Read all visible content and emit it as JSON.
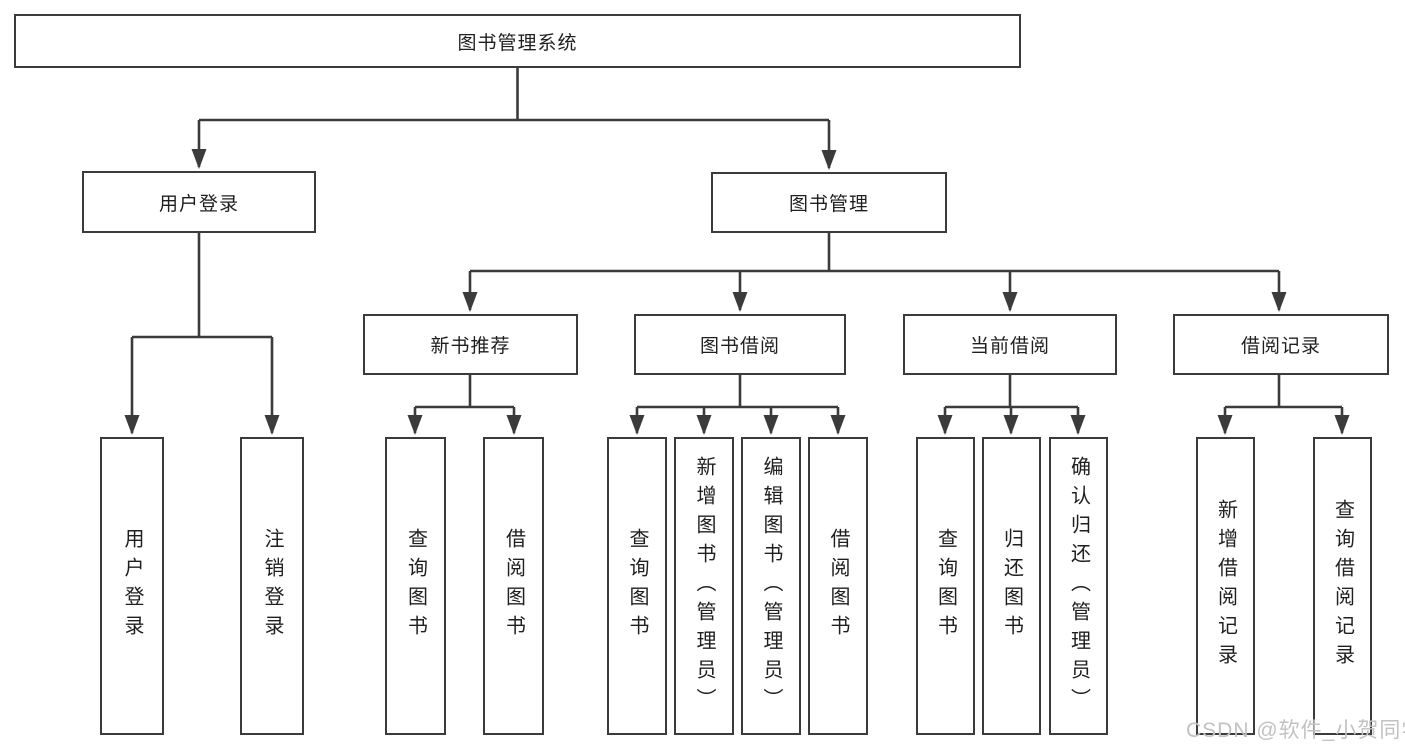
{
  "diagram": {
    "nodes": {
      "root": "图书管理系统",
      "user_login": "用户登录",
      "book_mgmt": "图书管理",
      "new_book_rec": "新书推荐",
      "book_borrow": "图书借阅",
      "current_borrow": "当前借阅",
      "borrow_record": "借阅记录",
      "leaf_user_login": "用户登录",
      "leaf_logout": "注销登录",
      "leaf_nb_query": "查询图书",
      "leaf_nb_borrow": "借阅图书",
      "leaf_bb_query": "查询图书",
      "leaf_bb_add": "新增图书（管理员）",
      "leaf_bb_edit": "编辑图书（管理员）",
      "leaf_bb_borrow": "借阅图书",
      "leaf_cb_query": "查询图书",
      "leaf_cb_return": "归还图书",
      "leaf_cb_confirm": "确认归还（管理员）",
      "leaf_br_add": "新增借阅记录",
      "leaf_br_query": "查询借阅记录"
    }
  },
  "watermark": {
    "text": "CSDN @软件_小贺同学"
  },
  "colors": {
    "line": "#3b3b3b",
    "text": "#1f1f1f",
    "background": "#ffffff",
    "watermark": "#c2c2c2"
  }
}
